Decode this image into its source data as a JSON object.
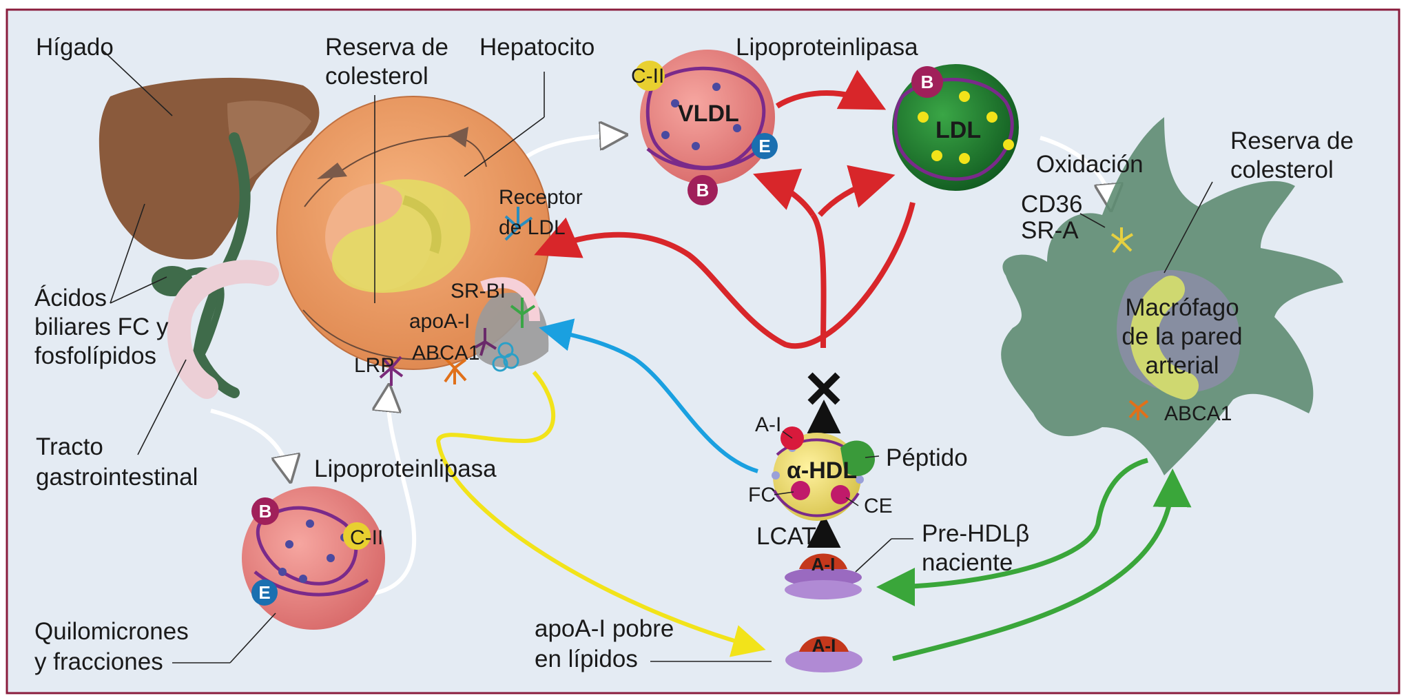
{
  "colors": {
    "background": "#e4ebf3",
    "frame": "#8a1c3c",
    "liver": "#8a5a3c",
    "hepatocyte": "#f0a06a",
    "macrophage": "#5e8c72",
    "red_flow": "#d8262a",
    "blue_flow": "#1aa0e0",
    "yellow_flow": "#f2e31a",
    "green_flow": "#3aa63a",
    "ldl": "#1e7a2e",
    "apo_b": "#a0205a",
    "apo_e": "#1a6fb0",
    "apo_c2": "#e8d030"
  },
  "labels": {
    "liver": "Hígado",
    "cholesterol_store_hepatocyte": [
      "Reserva de",
      "colesterol"
    ],
    "hepatocyte": "Hepatocito",
    "lipoprotein_lipase_top": "Lipoproteinlipasa",
    "bile": [
      "Ácidos",
      "biliares FC y",
      "fosfolípidos"
    ],
    "ldl_receptor": [
      "Receptor",
      "de LDL"
    ],
    "sr_bi": "SR-BI",
    "apoa_i": "apoA-I",
    "abca1_hepatocyte": "ABCA1",
    "lrp": "LRP",
    "gi_tract": [
      "Tracto",
      "gastrointestinal"
    ],
    "lipoprotein_lipase_bottom": "Lipoproteinlipasa",
    "chylomicrons": [
      "Quilomicrones",
      "y fracciones"
    ],
    "oxidation": "Oxidación",
    "cd36": "CD36",
    "sr_a": "SR-A",
    "cholesterol_store_macrophage": [
      "Reserva de",
      "colesterol"
    ],
    "macrophage": [
      "Macrófago",
      "de la pared",
      "arterial"
    ],
    "abca1_macrophage": "ABCA1",
    "a_i": "A-I",
    "peptide": "Péptido",
    "alpha_hdl": "α-HDL",
    "fc": "FC",
    "ce": "CE",
    "lcat": "LCAT",
    "pre_hdl": [
      "Pre-HDLβ",
      "naciente"
    ],
    "apoa_i_poor": [
      "apoA-I pobre",
      "en lípidos"
    ],
    "vldl": "VLDL",
    "ldl": "LDL",
    "badge_b": "B",
    "badge_e": "E",
    "badge_c2": "C-II",
    "badge_ai": "A-I"
  }
}
